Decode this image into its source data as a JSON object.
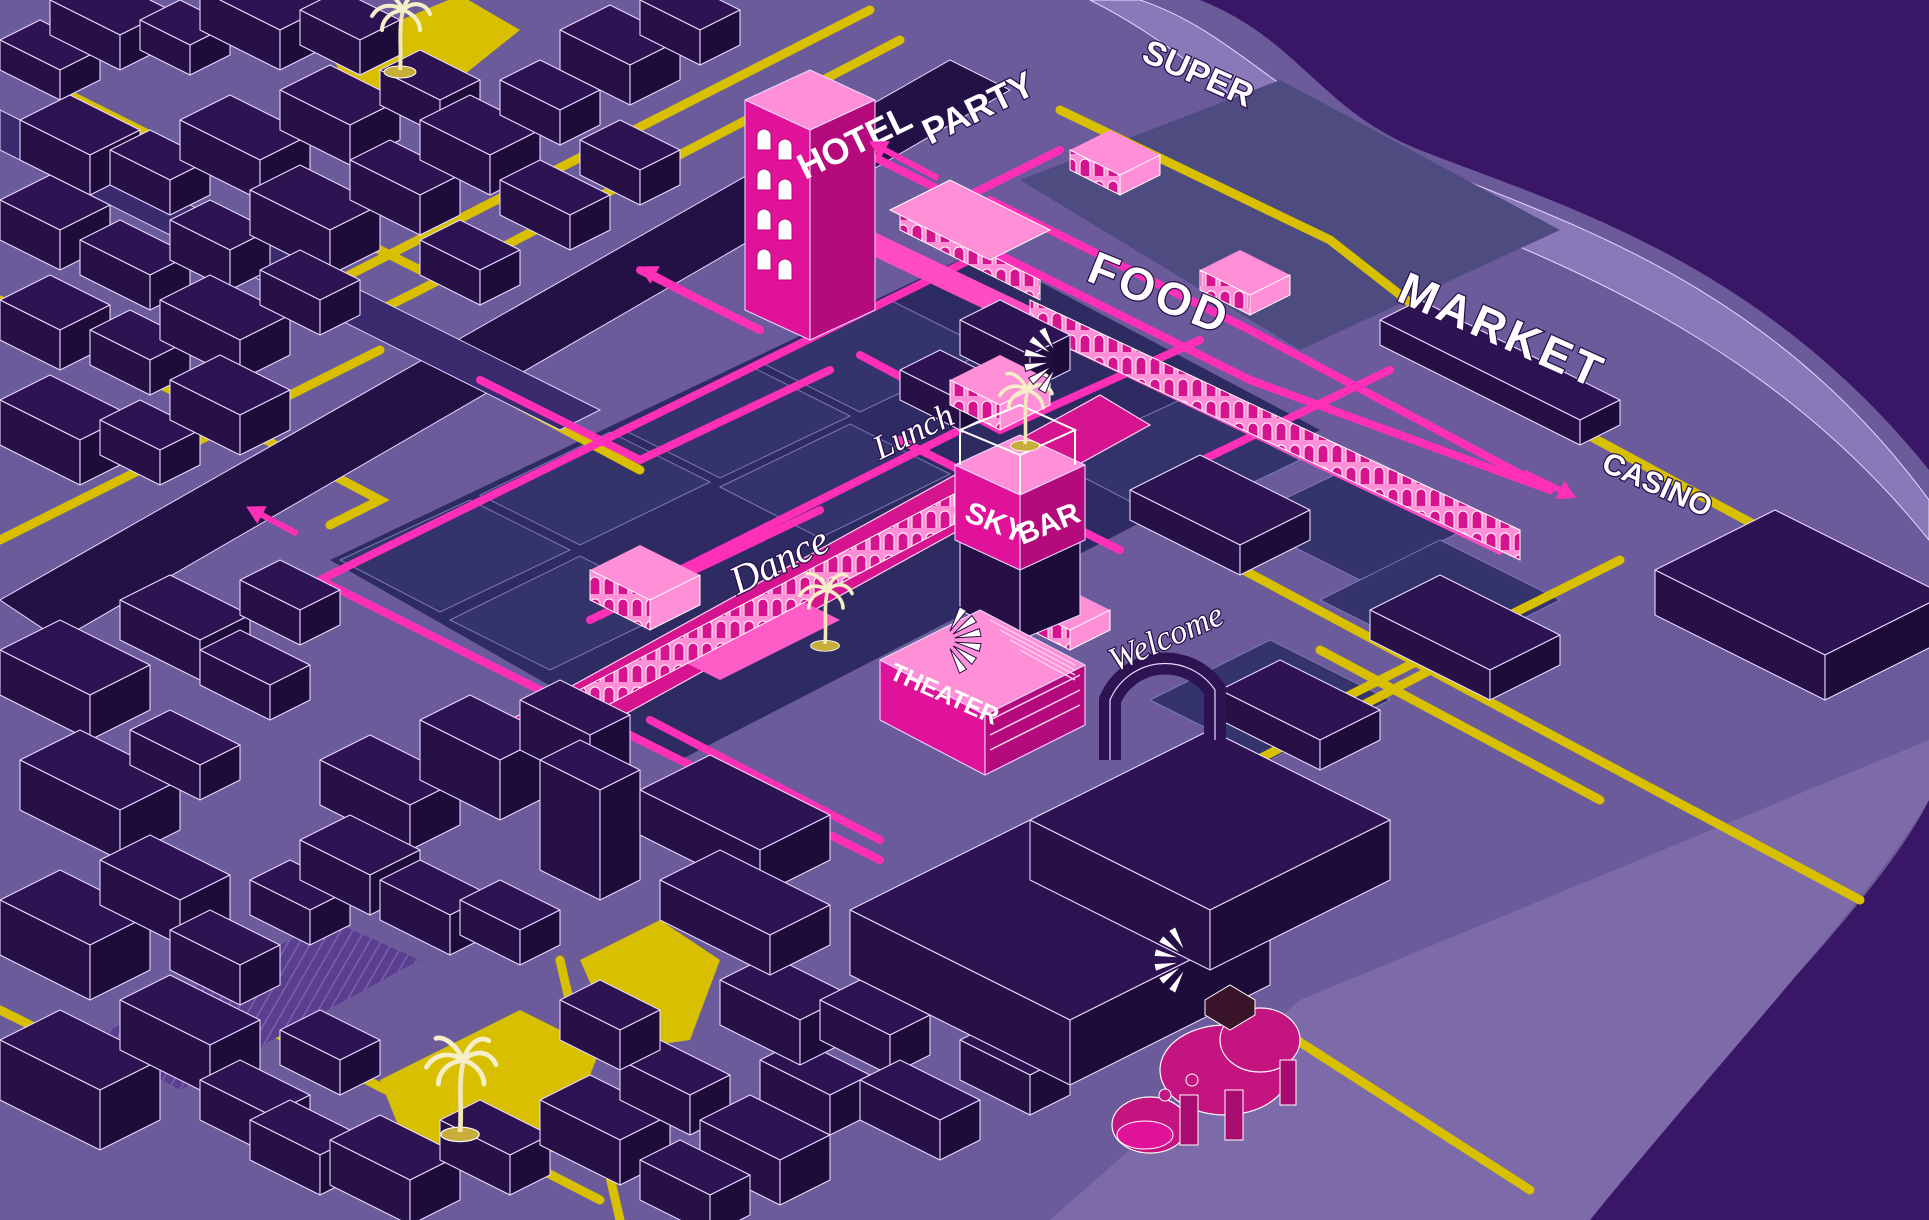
{
  "map": {
    "palette": {
      "water": "#3a1766",
      "ground": "#6b5b9a",
      "plaza": "#34336b",
      "street_yellow": "#d8c000",
      "path_pink": "#ff2fb8",
      "building_dark": "#2e1353",
      "accent_pink": "#e0129a",
      "outline": "#e8d7ff"
    },
    "labels": {
      "hotel": "HOTEL",
      "party": "PARTY",
      "super": "SUPER",
      "food": "FOOD",
      "market": "MARKET",
      "casino": "CASINO",
      "lunch": "Lunch",
      "sky": "SKY",
      "bar": "BAR",
      "dance": "Dance",
      "theater": "THEATER",
      "welcome": "Welcome"
    },
    "icons": {
      "palm": "palm-tree-icon",
      "hippo": "hippo-sculpture-icon",
      "burst": "sparkle-burst-icon",
      "arrow": "direction-arrow-icon"
    }
  }
}
